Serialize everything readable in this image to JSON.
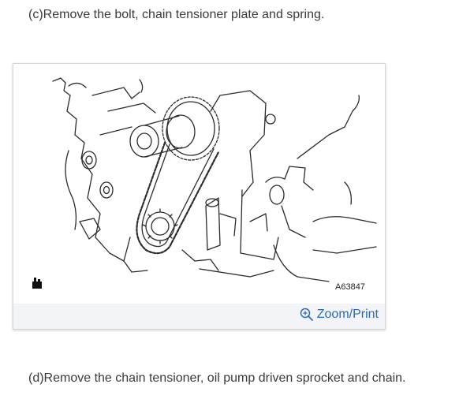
{
  "steps": {
    "c": "(c)Remove the bolt, chain tensioner plate and spring.",
    "d": "(d)Remove the chain tensioner, oil pump driven sprocket and chain."
  },
  "figure": {
    "code": "A63847",
    "zoom_label": "Zoom/Print",
    "zoom_icon": "zoom-in-icon",
    "link_color": "#2a6bb8"
  }
}
